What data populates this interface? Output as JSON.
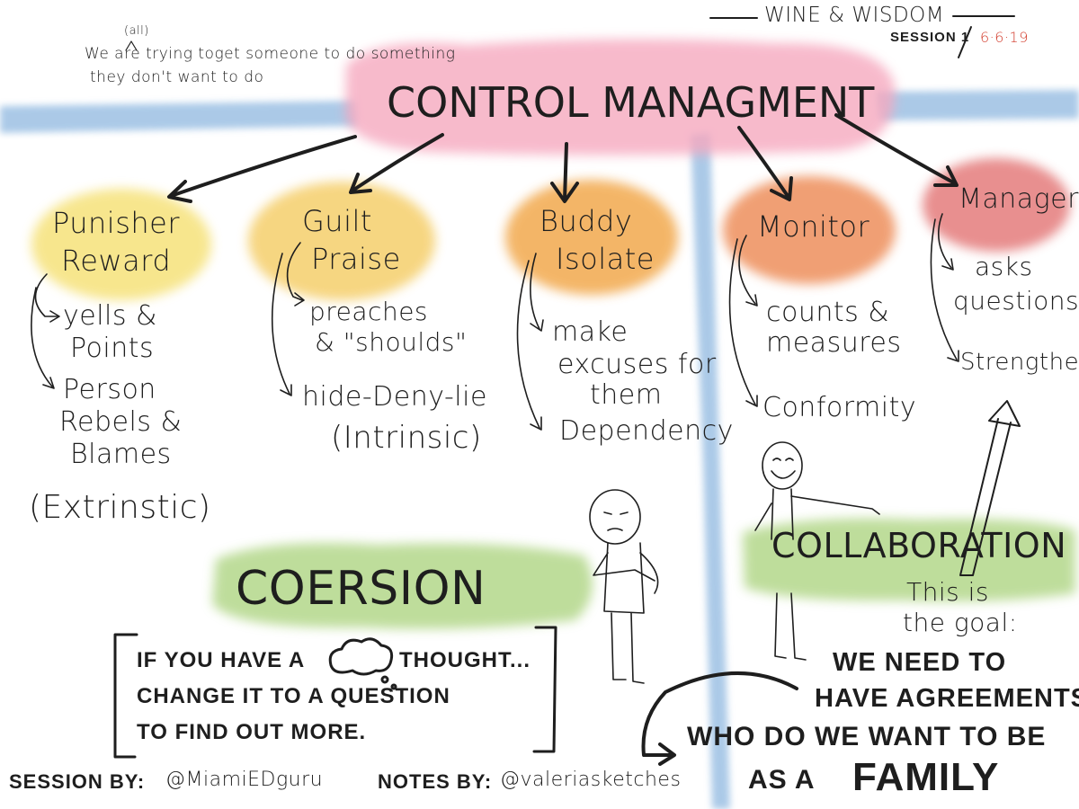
{
  "header": {
    "event_title": "WINE & WISDOM",
    "session": "SESSION 1",
    "date": "6·6·19",
    "note_line1": "We are trying toget someone to do something",
    "note_insert": "(all)",
    "note_line2": "they don't want to do",
    "main_title": "CONTROL MANAGMENT"
  },
  "styles": [
    {
      "title_line1": "Punisher",
      "title_line2": "Reward",
      "items": [
        "yells &",
        "Points",
        "Person",
        "Rebels &",
        "Blames"
      ],
      "tag": "(Extrinstic)",
      "color": "#f6e27a"
    },
    {
      "title_line1": "Guilt",
      "title_line2": "Praise",
      "items": [
        "preaches",
        "& \"shoulds\"",
        "hide-Deny-lie"
      ],
      "tag": "(Intrinsic)",
      "color": "#f5cf6c"
    },
    {
      "title_line1": "Buddy",
      "title_line2": "Isolate",
      "items": [
        "make",
        "excuses for",
        "them",
        "Dependency"
      ],
      "color": "#f2a94e"
    },
    {
      "title_line1": "Monitor",
      "items": [
        "counts &",
        "measures",
        "Conformity"
      ],
      "color": "#ee8f5c"
    },
    {
      "title_line1": "Manager",
      "items": [
        "asks",
        "questions",
        "Strengthen"
      ],
      "color": "#e47b7b"
    }
  ],
  "coersion": {
    "label": "COERSION",
    "tip_line1a": "IF YOU HAVE A",
    "tip_line1b": "THOUGHT...",
    "tip_line2": "CHANGE IT TO A QUESTION",
    "tip_line3": "TO FIND OUT MORE."
  },
  "collaboration": {
    "label": "COLLABORATION",
    "goal_line1": "This is",
    "goal_line2": "the goal:",
    "agree_line1": "WE NEED TO",
    "agree_line2": "HAVE AGREEMENTS",
    "family_line1": "WHO DO WE WANT TO BE",
    "family_line2a": "AS A",
    "family_line2b": "FAMILY"
  },
  "credits": {
    "session_label": "SESSION BY:",
    "session_handle": "@MiamiEDguru",
    "notes_label": "NOTES BY:",
    "notes_handle": "@valeriasketches"
  },
  "colors": {
    "pink": "#f6a9bf",
    "blue": "#8fb8e0",
    "green": "#a9d27a",
    "red_date": "#d23a2a",
    "ink": "#1e1e1e"
  },
  "icons": [
    "thought-cloud-icon",
    "sad-stick-figure",
    "happy-stick-figure"
  ]
}
